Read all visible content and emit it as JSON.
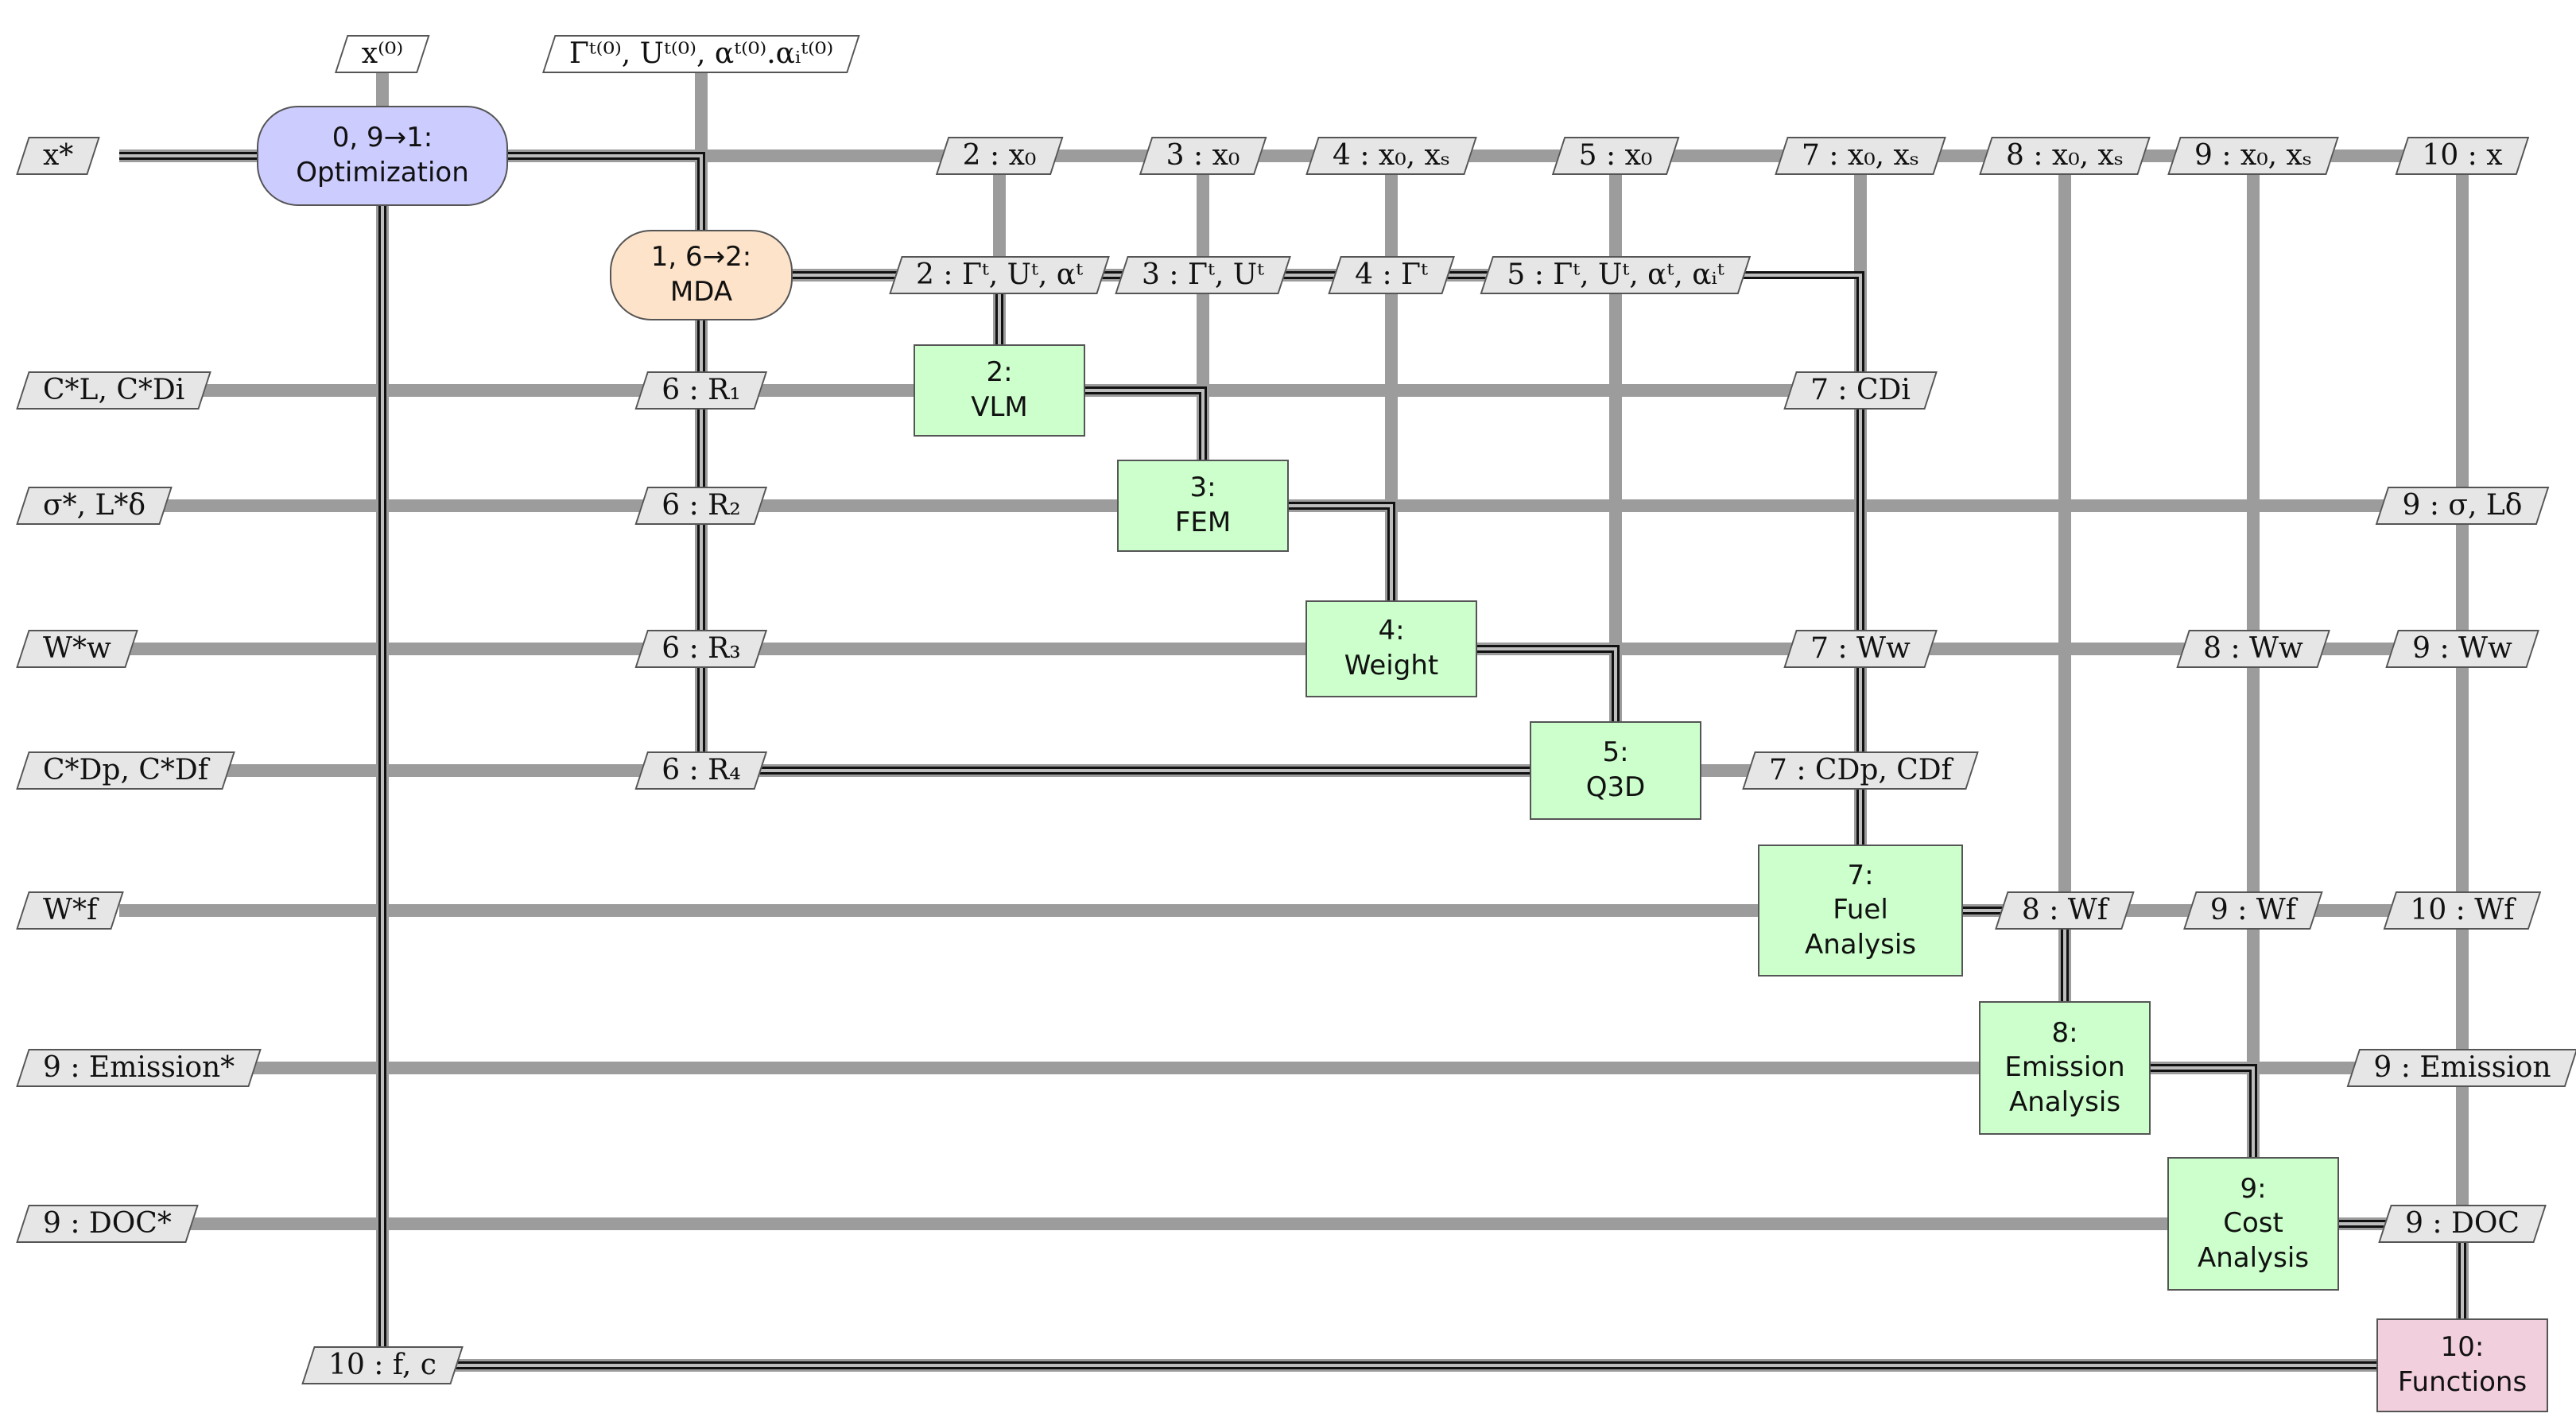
{
  "diagram": {
    "nodes": [
      {
        "id": "opt",
        "label": "0, 9→1:\nOptimization",
        "kind": "optimizer",
        "col": 1,
        "row": 1
      },
      {
        "id": "mda",
        "label": "1, 6→2:\nMDA",
        "kind": "mda",
        "col": 2,
        "row": 2
      },
      {
        "id": "vlm",
        "label": "2:\nVLM",
        "kind": "analysis",
        "col": 3,
        "row": 3
      },
      {
        "id": "fem",
        "label": "3:\nFEM",
        "kind": "analysis",
        "col": 4,
        "row": 4
      },
      {
        "id": "weight",
        "label": "4:\nWeight",
        "kind": "analysis",
        "col": 5,
        "row": 5
      },
      {
        "id": "q3d",
        "label": "5:\nQ3D",
        "kind": "analysis",
        "col": 6,
        "row": 6
      },
      {
        "id": "fuel",
        "label": "7:\nFuel\nAnalysis",
        "kind": "analysis",
        "col": 7,
        "row": 7
      },
      {
        "id": "emission",
        "label": "8:\nEmission\nAnalysis",
        "kind": "analysis",
        "col": 8,
        "row": 8
      },
      {
        "id": "cost",
        "label": "9:\nCost\nAnalysis",
        "kind": "analysis",
        "col": 9,
        "row": 9
      },
      {
        "id": "func",
        "label": "10:\nFunctions",
        "kind": "func",
        "col": 10,
        "row": 10
      }
    ],
    "labels": [
      {
        "text": "x⁽⁰⁾",
        "kind": "input",
        "col": 1,
        "row": "top"
      },
      {
        "text": "Γᵗ⁽⁰⁾, Uᵗ⁽⁰⁾, αᵗ⁽⁰⁾.αᵢᵗ⁽⁰⁾",
        "kind": "input",
        "col": 2,
        "row": "top"
      },
      {
        "text": "x*",
        "kind": "output",
        "col": 0,
        "row": 1
      },
      {
        "text": "C*L, C*Di",
        "kind": "output",
        "col": 0,
        "row": 3
      },
      {
        "text": "σ*, L*δ",
        "kind": "output",
        "col": 0,
        "row": 4
      },
      {
        "text": "W*w",
        "kind": "output",
        "col": 0,
        "row": 5
      },
      {
        "text": "C*Dp, C*Df",
        "kind": "output",
        "col": 0,
        "row": 6
      },
      {
        "text": "W*f",
        "kind": "output",
        "col": 0,
        "row": 7
      },
      {
        "text": "9 : Emission*",
        "kind": "output",
        "col": 0,
        "row": 8
      },
      {
        "text": "9 : DOC*",
        "kind": "output",
        "col": 0,
        "row": 9
      },
      {
        "text": "2 : x₀",
        "kind": "data",
        "col": 3,
        "row": 1
      },
      {
        "text": "3 : x₀",
        "kind": "data",
        "col": 4,
        "row": 1
      },
      {
        "text": "4 : x₀, xₛ",
        "kind": "data",
        "col": 5,
        "row": 1
      },
      {
        "text": "5 : x₀",
        "kind": "data",
        "col": 6,
        "row": 1
      },
      {
        "text": "7 : x₀, xₛ",
        "kind": "data",
        "col": 7,
        "row": 1
      },
      {
        "text": "8 : x₀, xₛ",
        "kind": "data",
        "col": 8,
        "row": 1
      },
      {
        "text": "9 : x₀, xₛ",
        "kind": "data",
        "col": 9,
        "row": 1
      },
      {
        "text": "10 : x",
        "kind": "data",
        "col": 10,
        "row": 1
      },
      {
        "text": "2 : Γᵗ, Uᵗ, αᵗ",
        "kind": "data",
        "col": 3,
        "row": 2
      },
      {
        "text": "3 : Γᵗ, Uᵗ",
        "kind": "data",
        "col": 4,
        "row": 2
      },
      {
        "text": "4 : Γᵗ",
        "kind": "data",
        "col": 5,
        "row": 2
      },
      {
        "text": "5 : Γᵗ, Uᵗ, αᵗ, αᵢᵗ",
        "kind": "data",
        "col": 6,
        "row": 2
      },
      {
        "text": "6 : R₁",
        "kind": "data",
        "col": 2,
        "row": 3
      },
      {
        "text": "7 : CDi",
        "kind": "data",
        "col": 7,
        "row": 3
      },
      {
        "text": "6 : R₂",
        "kind": "data",
        "col": 2,
        "row": 4
      },
      {
        "text": "9 : σ, Lδ",
        "kind": "data",
        "col": 10,
        "row": 4
      },
      {
        "text": "6 : R₃",
        "kind": "data",
        "col": 2,
        "row": 5
      },
      {
        "text": "7 : Ww",
        "kind": "data",
        "col": 7,
        "row": 5
      },
      {
        "text": "8 : Ww",
        "kind": "data",
        "col": 9,
        "row": 5
      },
      {
        "text": "9 : Ww",
        "kind": "data",
        "col": 10,
        "row": 5
      },
      {
        "text": "6 : R₄",
        "kind": "data",
        "col": 2,
        "row": 6
      },
      {
        "text": "7 : CDp, CDf",
        "kind": "data",
        "col": 7,
        "row": 6
      },
      {
        "text": "8 : Wf",
        "kind": "data",
        "col": 8,
        "row": 7
      },
      {
        "text": "9 : Wf",
        "kind": "data",
        "col": 9,
        "row": 7
      },
      {
        "text": "10 : Wf",
        "kind": "data",
        "col": 10,
        "row": 7
      },
      {
        "text": "9 : Emission",
        "kind": "data",
        "col": 10,
        "row": 8
      },
      {
        "text": "9 : DOC",
        "kind": "data",
        "col": 10,
        "row": 9
      },
      {
        "text": "10 : f, c",
        "kind": "data",
        "col": 1,
        "row": 10
      }
    ]
  }
}
